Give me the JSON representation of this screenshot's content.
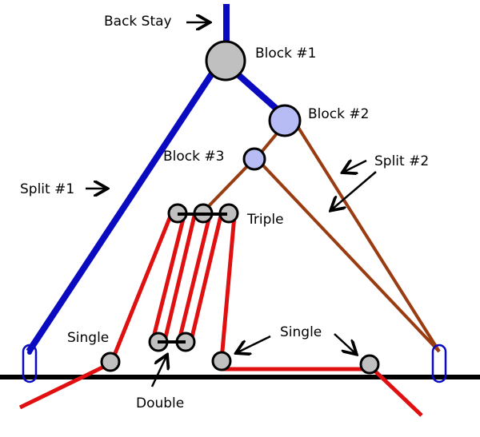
{
  "labels": {
    "back_stay": "Back Stay",
    "block1": "Block #1",
    "block2": "Block #2",
    "block3": "Block #3",
    "split1": "Split #1",
    "split2": "Split #2",
    "triple": "Triple",
    "single_left": "Single",
    "single_right": "Single",
    "double": "Double"
  },
  "colors": {
    "stay": "#0a0ac0",
    "split2": "#9a3c12",
    "tackle": "#e01010",
    "block_gray": "#c0c0c0",
    "block_blue": "#b8bcf4",
    "ground": "#000000"
  }
}
